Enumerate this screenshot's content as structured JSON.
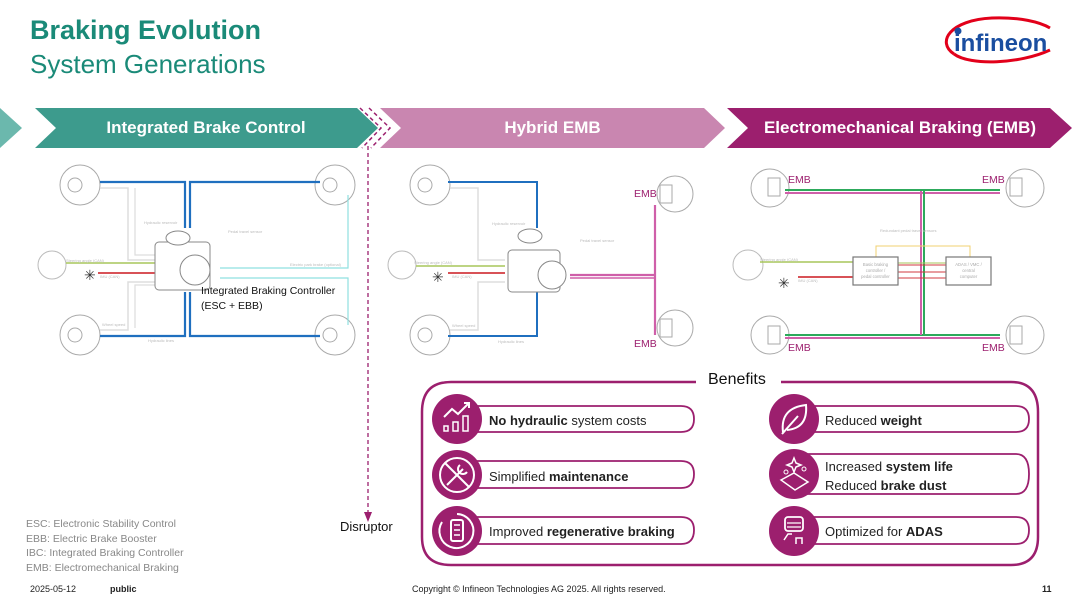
{
  "header": {
    "title": "Braking Evolution",
    "subtitle": "System Generations",
    "logo_text": "infineon"
  },
  "stages": [
    {
      "label": "Integrated Brake Control",
      "color": "#3d9b8d"
    },
    {
      "label": "Hybrid EMB",
      "color": "#c986b0"
    },
    {
      "label": "Electromechanical Braking (EMB)",
      "color": "#9c1f6e"
    }
  ],
  "diagrams": {
    "ibc": {
      "controller_label_line1": "Integrated Braking Controller",
      "controller_label_line2": "(ESC + EBB)",
      "small_labels": [
        "Hydraulic reservoir",
        "Pedal travel sensor",
        "Steering angle (CAN)",
        "IMU (CAN)",
        "Electric park brake (optional)",
        "Wheel speed",
        "Hydraulic lines"
      ]
    },
    "hybrid": {
      "emb_top": "EMB",
      "emb_bottom": "EMB",
      "small_labels": [
        "Hydraulic reservoir",
        "Pedal travel sensor",
        "Steering angle (CAN)",
        "IMU (CAN)",
        "Wheel speed",
        "Hydraulic lines"
      ]
    },
    "emb": {
      "emb_labels": [
        "EMB",
        "EMB",
        "EMB",
        "EMB"
      ],
      "box_left": "Basic braking controller / pedal controller",
      "box_right": "ADAS / VMC / central computer",
      "small_labels": [
        "Redundant pedal travel sensors",
        "Steering angle (CAN)",
        "IMU (CAN)"
      ]
    }
  },
  "disruptor_label": "Disruptor",
  "benefits": {
    "title": "Benefits",
    "items": [
      {
        "icon": "chart-growth-icon",
        "normal": "",
        "bold": "No hydraulic",
        "rest": " system costs"
      },
      {
        "icon": "no-wrench-icon",
        "normal": "Simplified ",
        "bold": "maintenance",
        "rest": ""
      },
      {
        "icon": "battery-regen-icon",
        "normal": "Improved ",
        "bold": "regenerative braking",
        "rest": ""
      },
      {
        "icon": "leaf-icon",
        "normal": "Reduced ",
        "bold": "weight",
        "rest": ""
      },
      {
        "icon": "sparkle-clean-icon",
        "normal": "Increased ",
        "bold": "system life",
        "rest": "",
        "line2_normal": "Reduced ",
        "line2_bold": "brake dust"
      },
      {
        "icon": "car-adas-icon",
        "normal": "Optimized for ",
        "bold": "ADAS",
        "rest": ""
      }
    ]
  },
  "abbreviations": [
    "ESC: Electronic Stability Control",
    "EBB: Electric Brake Booster",
    "IBC: Integrated Braking Controller",
    "EMB: Electromechanical Braking"
  ],
  "footer": {
    "date": "2025-05-12",
    "classification": "public",
    "copyright": "Copyright © Infineon Technologies AG 2025. All rights reserved.",
    "page": "11"
  },
  "colors": {
    "teal": "#1a8a78",
    "magenta": "#9c1f6e",
    "pink": "#c986b0",
    "hydraulic_blue": "#1f6fbf",
    "can_green": "#2daa5c"
  }
}
